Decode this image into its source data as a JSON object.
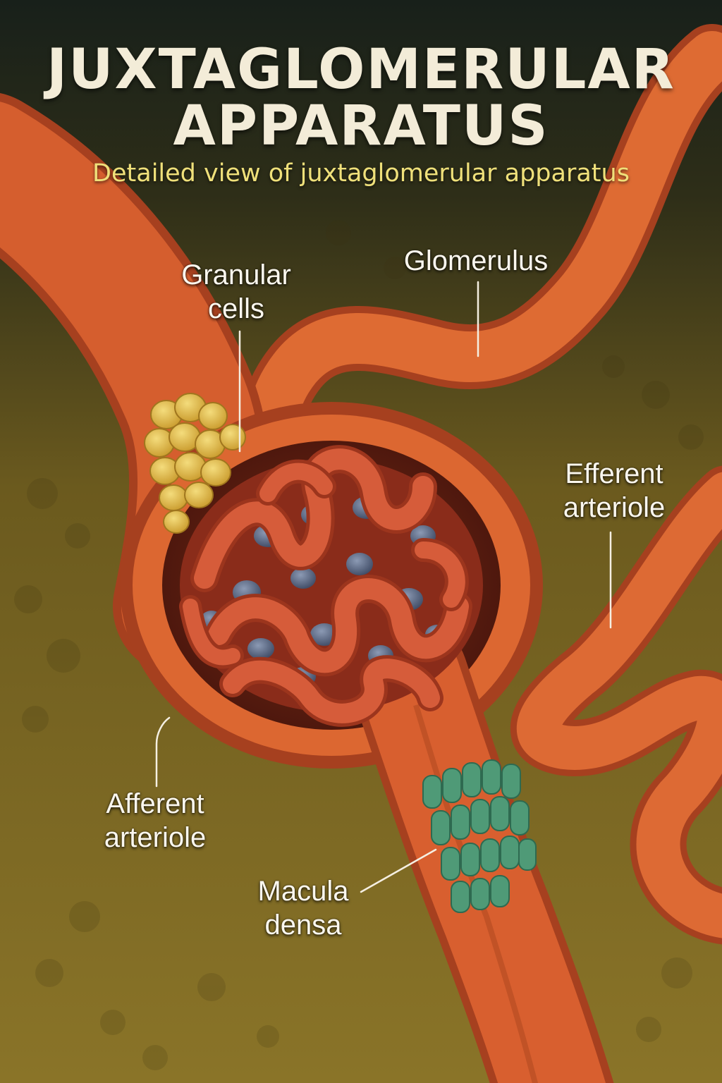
{
  "title": {
    "line1": "JUXTAGLOMERULAR",
    "line2": "APPARATUS"
  },
  "subtitle": "Detailed view of juxtaglomerular apparatus",
  "labels": {
    "granular_cells": {
      "line1": "Granular",
      "line2": "cells"
    },
    "glomerulus": "Glomerulus",
    "efferent_arteriole": {
      "line1": "Efferent",
      "line2": "arteriole"
    },
    "afferent_arteriole": {
      "line1": "Afferent",
      "line2": "arteriole"
    },
    "macula_densa": {
      "line1": "Macula",
      "line2": "densa"
    }
  },
  "colors": {
    "background_dark": "#1e2417",
    "background_olive": "#7d6a22",
    "vessel": "#d8622f",
    "vessel_dark": "#a6401f",
    "capillary": "#c9553a",
    "granular": "#e3c04e",
    "macula": "#4e9a78",
    "nuclei": "#5a6a86"
  }
}
